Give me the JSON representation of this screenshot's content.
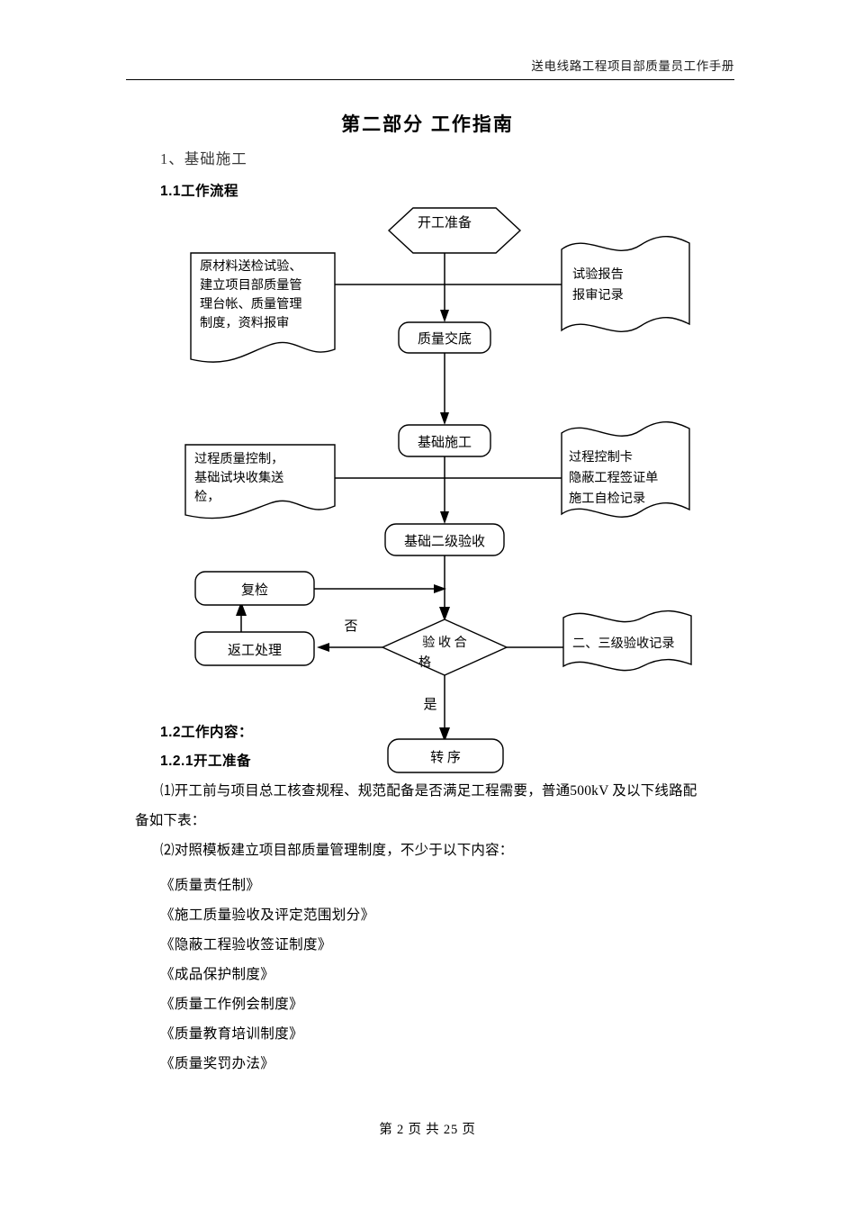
{
  "header": {
    "title": "送电线路工程项目部质量员工作手册"
  },
  "doc": {
    "title": "第二部分  工作指南",
    "section": "1、基础施工",
    "sub_1_1": "1.1工作流程",
    "sub_1_2": "1.2工作内容：",
    "sub_1_2_1": "1.2.1开工准备",
    "para_1_line1": "⑴开工前与项目总工核查规程、规范配备是否满足工程需要，普通500kV 及以下线路配",
    "para_1_line2": "备如下表：",
    "para_2": "⑵对照模板建立项目部质量管理制度，不少于以下内容：",
    "items": [
      "《质量责任制》",
      "《施工质量验收及评定范围划分》",
      "《隐蔽工程验收签证制度》",
      "《成品保护制度》",
      "《质量工作例会制度》",
      "《质量教育培训制度》",
      "《质量奖罚办法》"
    ]
  },
  "footer": {
    "text": "第 2 页  共 25 页"
  },
  "flowchart": {
    "nodes": {
      "start": {
        "label_line1": "开工准备",
        "shape": "hexagon"
      },
      "left_doc_1": {
        "line1": "原材料送检试验、",
        "line2": "建立项目部质量管",
        "line3": "理台帐、质量管理",
        "line4": "制度，资料报审",
        "shape": "document"
      },
      "right_flag_1": {
        "line1": "试验报告",
        "line2": "报审记录",
        "shape": "flag"
      },
      "jiaodi": {
        "label": "质量交底",
        "shape": "rounded-rect"
      },
      "jichu": {
        "label": "基础施工",
        "shape": "rounded-rect"
      },
      "left_doc_2": {
        "line1": "过程质量控制，",
        "line2": "基础试块收集送",
        "line3": "检，",
        "shape": "document"
      },
      "right_flag_2": {
        "line1": "过程控制卡",
        "line2": "隐蔽工程签证单",
        "line3": "施工自检记录",
        "shape": "flag"
      },
      "yanshou2": {
        "label": "基础二级验收",
        "shape": "rounded-rect"
      },
      "fujian": {
        "label": "复检",
        "shape": "rounded-rect"
      },
      "fangong": {
        "label": "返工处理",
        "shape": "rounded-rect"
      },
      "decision": {
        "line1": "验 收 合",
        "line2": "格",
        "shape": "diamond"
      },
      "right_flag_3": {
        "line1": "二、三级验收记录",
        "shape": "flag"
      },
      "zhuanxu": {
        "label": "转  序",
        "shape": "rounded-rect"
      }
    },
    "edge_labels": {
      "no": "否",
      "yes": "是"
    }
  }
}
